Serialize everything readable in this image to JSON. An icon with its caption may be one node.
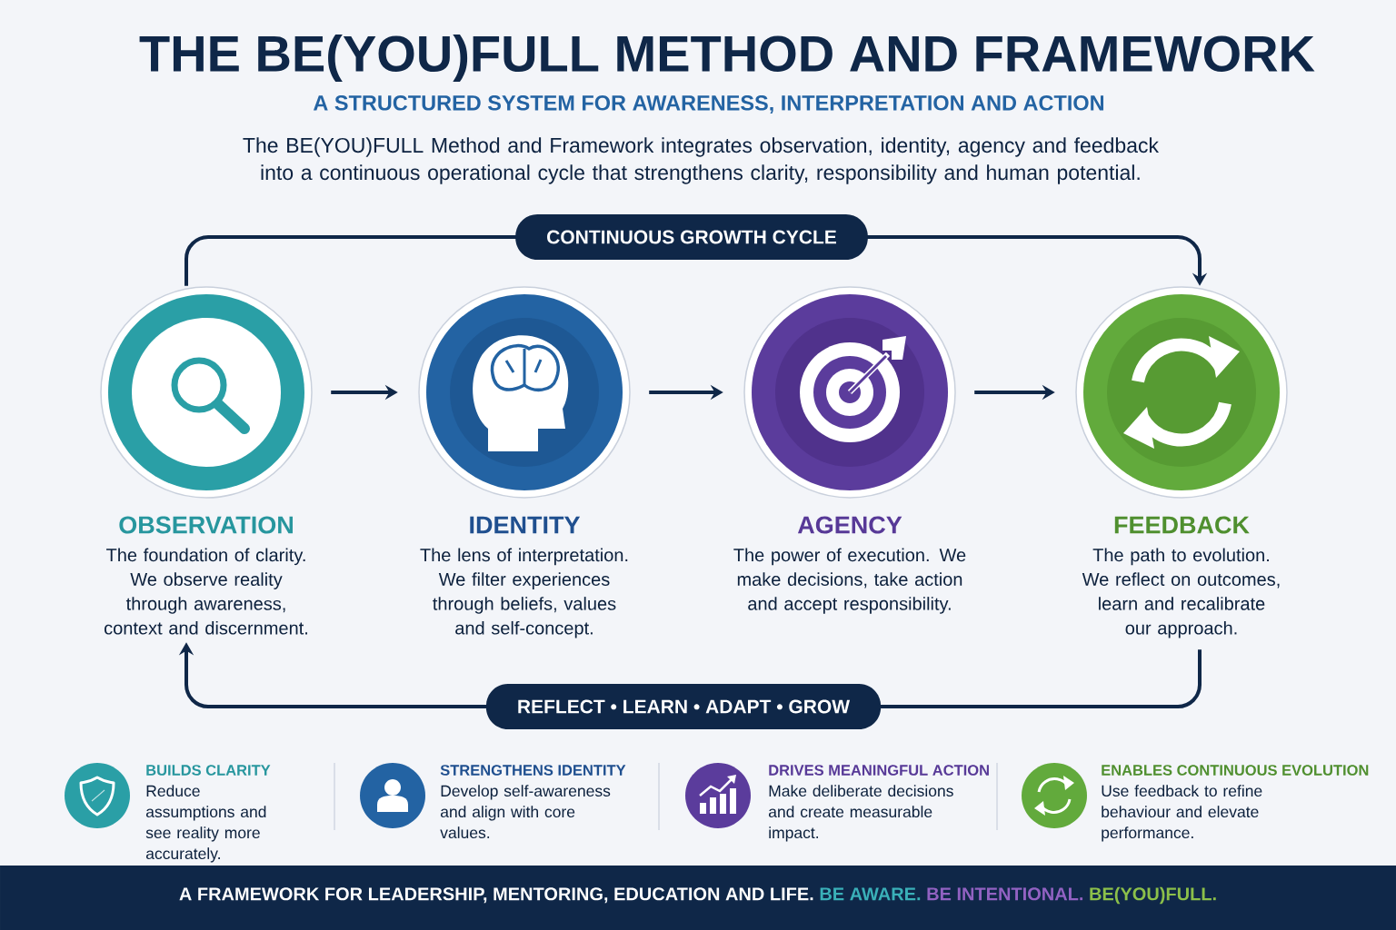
{
  "diagram": {
    "title": "THE BE(YOU)FULL METHOD AND FRAMEWORK",
    "nodes": [
      {
        "text": [
          "OBSERVATION",
          "The foundation of clarity. We observe reality through awareness, context and discernment."
        ]
      },
      {
        "text": [
          "IDENTITY",
          "The lens of interpretation. We filter experiences through beliefs, values and self-concept."
        ]
      },
      {
        "text": [
          "AGENCY",
          "The power of execution. We make decisions, take action and accept responsibility."
        ]
      },
      {
        "text": [
          "FEEDBACK",
          "The path to evolution. We reflect on outcomes, learn and recalibrate our approach."
        ]
      }
    ],
    "edges": [
      {
        "from": 0,
        "to": 1,
        "arrow": "to"
      },
      {
        "from": 1,
        "to": 2,
        "arrow": "to"
      },
      {
        "from": 2,
        "to": 3,
        "arrow": "to"
      },
      {
        "from": 0,
        "to": 3,
        "arrow": "to",
        "label": "CONTINUOUS GROWTH CYCLE"
      },
      {
        "from": 3,
        "to": 0,
        "arrow": "to",
        "label": "REFLECT • LEARN • ADAPT • GROW"
      }
    ],
    "labels": [
      "A STRUCTURED SYSTEM FOR AWARENESS, INTERPRETATION AND ACTION",
      "The BE(YOU)FULL Method and Framework integrates observation, identity, agency and feedback into a continuous operational cycle that strengthens clarity, responsibility and human potential.",
      "BUILDS CLARITY",
      "Reduce assumptions and see reality more accurately.",
      "STRENGTHENS IDENTITY",
      "Develop self-awareness and align with core values.",
      "DRIVES MEANINGFUL ACTION",
      "Make deliberate decisions and create measurable impact.",
      "ENABLES CONTINUOUS EVOLUTION",
      "Use feedback to refine behaviour and elevate performance.",
      "A FRAMEWORK FOR LEADERSHIP, MENTORING, EDUCATION AND LIFE.",
      "BE AWARE.",
      "BE INTENTIONAL.",
      "BE(YOU)FULL."
    ]
  }
}
